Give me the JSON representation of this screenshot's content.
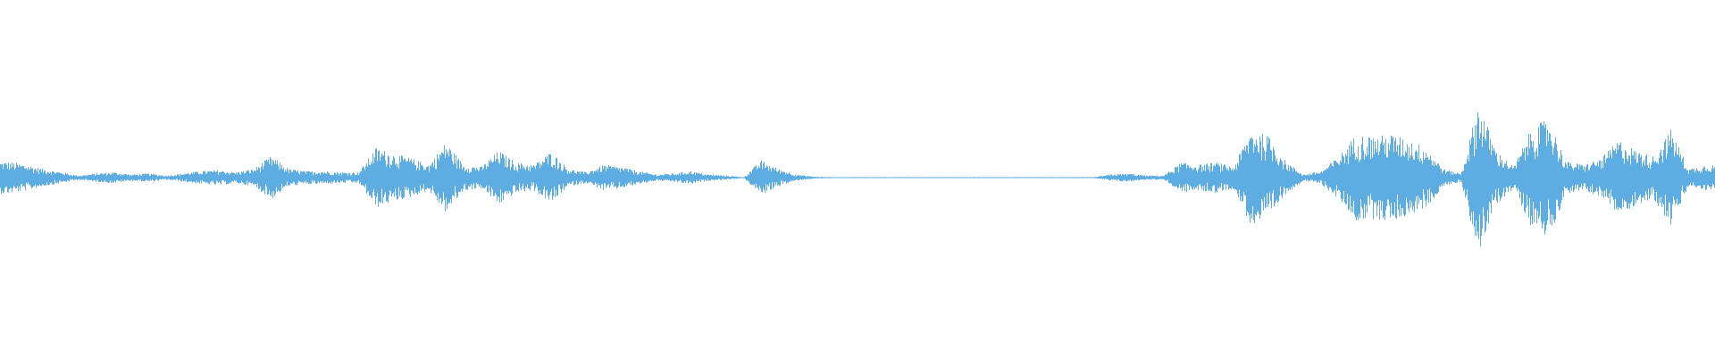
{
  "waveform": {
    "color": "#5dade2",
    "background": "#ffffff",
    "amplitude_envelope": [
      0.09,
      0.073,
      0.049,
      0.031,
      0.012,
      0.024,
      0.031,
      0.018,
      0.024,
      0.012,
      0.024,
      0.037,
      0.043,
      0.031,
      0.049,
      0.122,
      0.049,
      0.037,
      0.037,
      0.031,
      0.031,
      0.171,
      0.135,
      0.11,
      0.073,
      0.202,
      0.073,
      0.061,
      0.153,
      0.086,
      0.073,
      0.147,
      0.049,
      0.031,
      0.073,
      0.061,
      0.037,
      0.018,
      0.024,
      0.037,
      0.018,
      0.012,
      0.003,
      0.098,
      0.049,
      0.018,
      0.006,
      0.003,
      0.003,
      0.003,
      0.003,
      0.003,
      0.003,
      0.003,
      0.003,
      0.003,
      0.003,
      0.003,
      0.003,
      0.003,
      0.003,
      0.003,
      0.003,
      0.018,
      0.024,
      0.012,
      0.012,
      0.086,
      0.073,
      0.086,
      0.061,
      0.276,
      0.233,
      0.09,
      0.018,
      0.037,
      0.122,
      0.245,
      0.233,
      0.245,
      0.214,
      0.171,
      0.049,
      0.024,
      0.43,
      0.153,
      0.061,
      0.276,
      0.337,
      0.09,
      0.073,
      0.11,
      0.214,
      0.153,
      0.122,
      0.276,
      0.049,
      0.073
    ]
  }
}
